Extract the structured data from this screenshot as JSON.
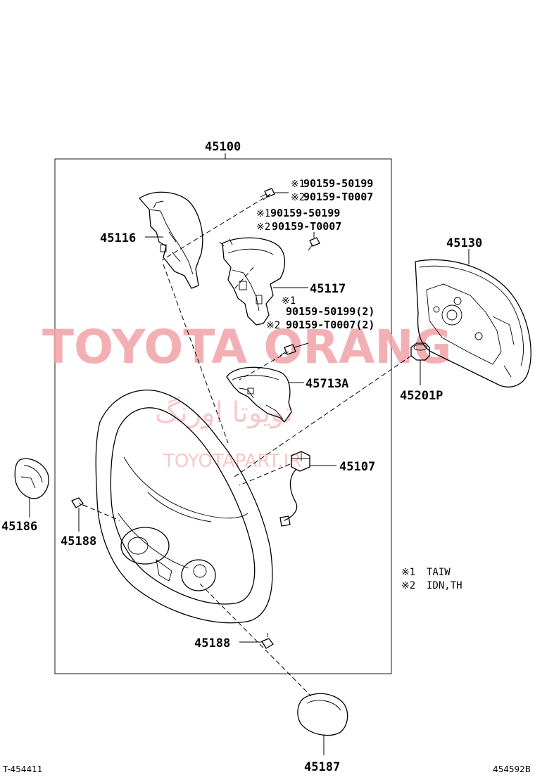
{
  "labels": {
    "assembly": "45100",
    "cover_left": "45116",
    "cover_right": "45117",
    "airbag": "45130",
    "lower_cover": "45713A",
    "nut": "45201P",
    "wire": "45107",
    "side_cover": "45186",
    "screw_left": "45188",
    "screw_bottom": "45188",
    "bottom_cover": "45187"
  },
  "screws": {
    "a1_mark": "※1",
    "a1_part": "90159-50199",
    "a2_mark": "※2",
    "a2_part": "90159-T0007",
    "b1_mark": "※1",
    "b1_part": "90159-50199",
    "b2_mark": "※2",
    "b2_part": "90159-T0007",
    "c1_mark": "※1",
    "c1_part": "90159-50199(2)",
    "c2_mark": "※2",
    "c2_part": "90159-T0007(2)"
  },
  "notes": {
    "n1_mark": "※1",
    "n1_text": "TAIW",
    "n2_mark": "※2",
    "n2_text": "IDN,TH"
  },
  "watermark": {
    "brand": "TOYOTA ORANG",
    "persian": "تویوتا اورنگ",
    "site": "TOYOTAPART.IR"
  },
  "footer": {
    "left": "T-454411",
    "right": "454592B"
  },
  "colors": {
    "watermark": "#f2a3a8",
    "ink": "#000000"
  }
}
